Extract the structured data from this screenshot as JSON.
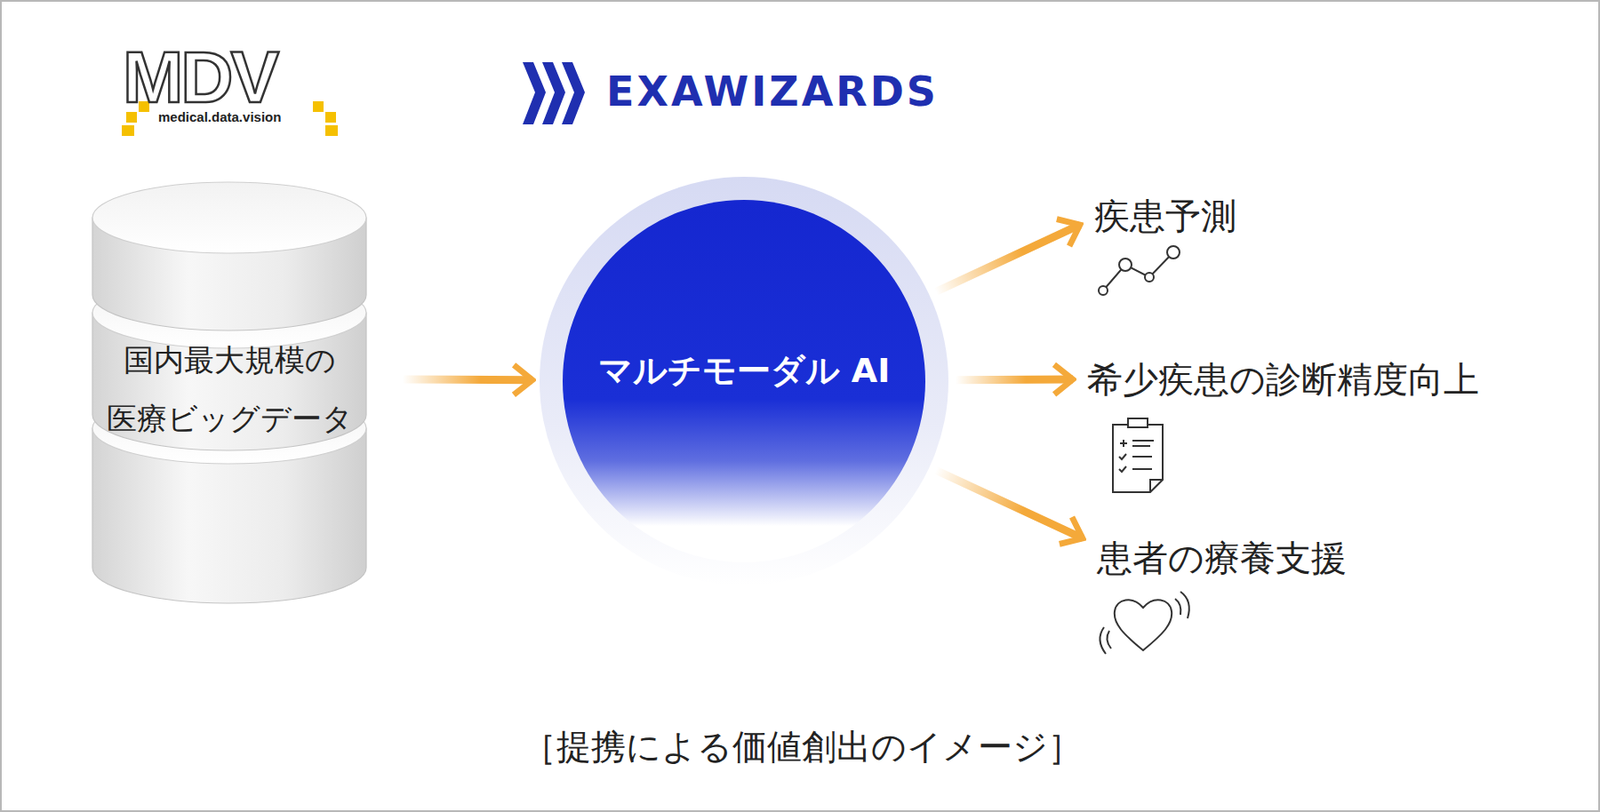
{
  "diagram": {
    "caption": "［提携による価値創出のイメージ］",
    "nodes": [
      {
        "text": [
          "国内最大規模の 医療ビッグデータ"
        ]
      },
      {
        "text": [
          "マルチモーダル AI"
        ]
      },
      {
        "text": [
          "疾患予測"
        ]
      },
      {
        "text": [
          "希少疾患の診断精度向上"
        ]
      },
      {
        "text": [
          "患者の療養支援"
        ]
      }
    ],
    "edges": [
      {
        "from": 0,
        "to": 1,
        "arrow": "to"
      },
      {
        "from": 1,
        "to": 2,
        "arrow": "to"
      },
      {
        "from": 1,
        "to": 3,
        "arrow": "to"
      },
      {
        "from": 1,
        "to": 4,
        "arrow": "to"
      }
    ],
    "labels": [
      "MDV",
      "medical.data.vision",
      "EXAWIZARDS"
    ]
  }
}
